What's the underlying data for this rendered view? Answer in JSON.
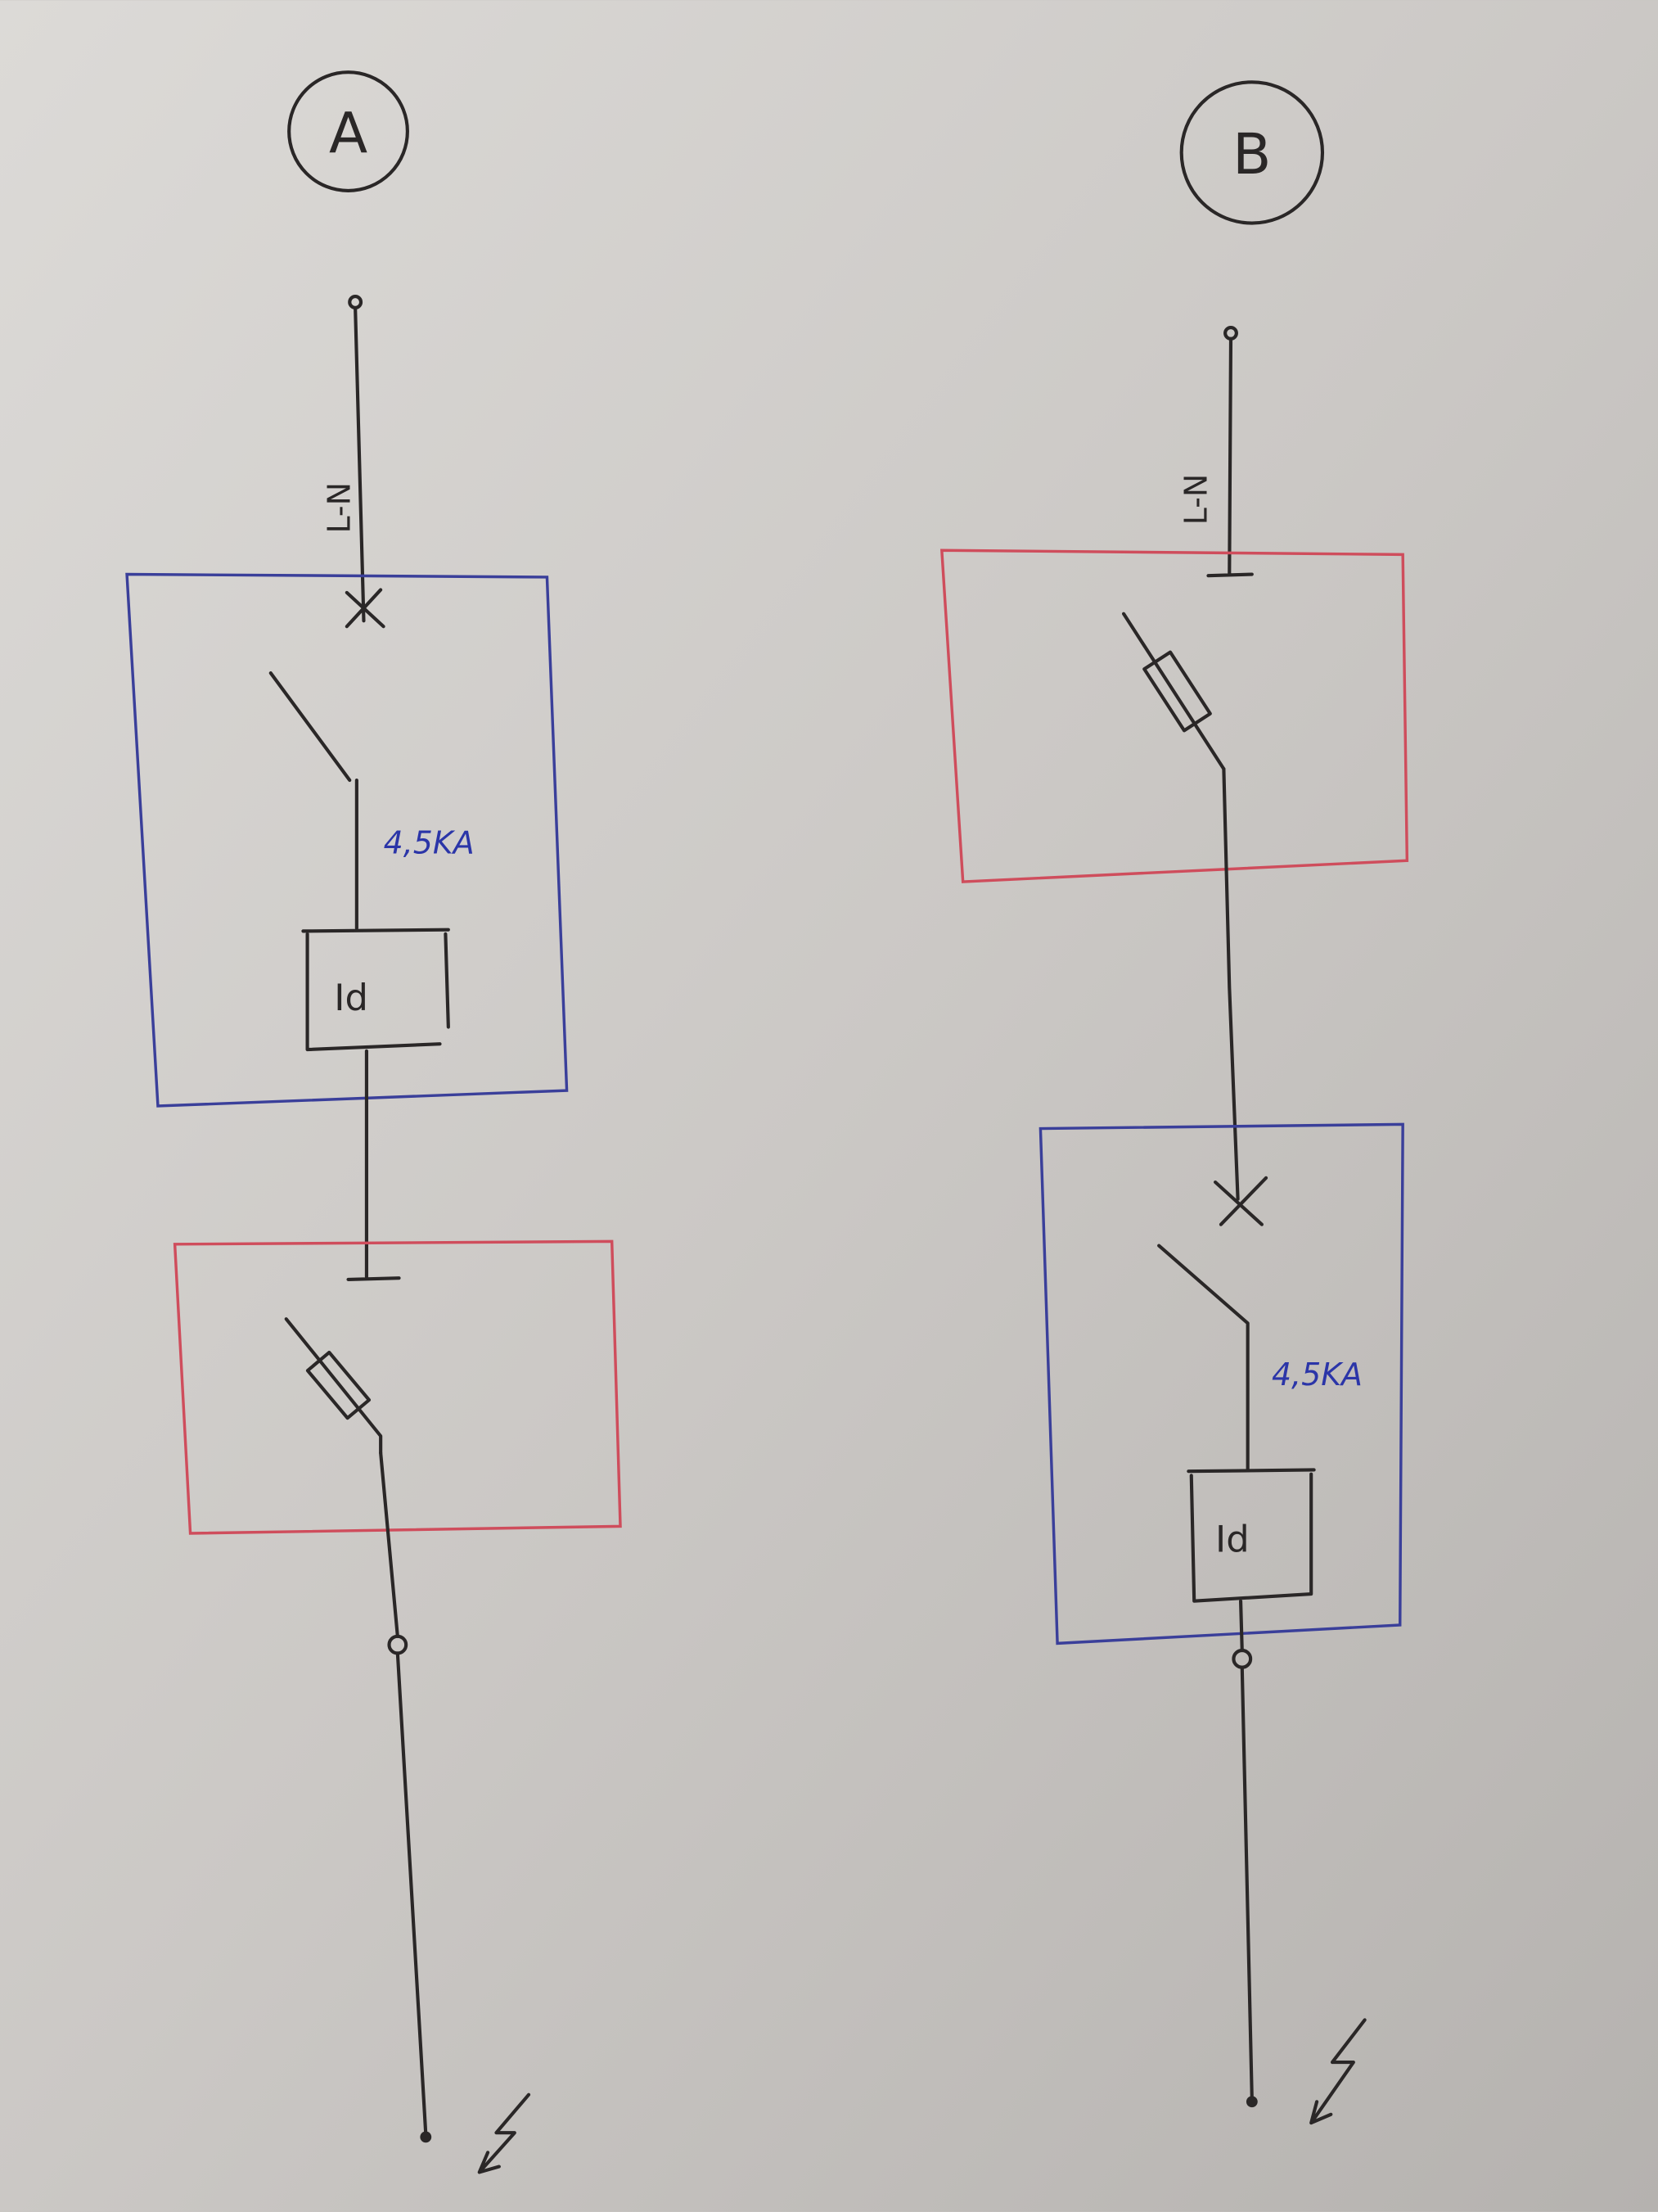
{
  "diagrams": [
    {
      "label": "A",
      "supply": "L-N",
      "breaking_capacity": "4,5KA",
      "rcd": "Id"
    },
    {
      "label": "B",
      "supply": "L-N",
      "breaking_capacity": "4,5KA",
      "rcd": "Id"
    }
  ],
  "colors": {
    "paper": "#c9c6c3",
    "ink": "#2a2727",
    "blue_box": "#3a3f9a",
    "red_box": "#cf4d5c",
    "blue_text": "#2b35a8"
  }
}
